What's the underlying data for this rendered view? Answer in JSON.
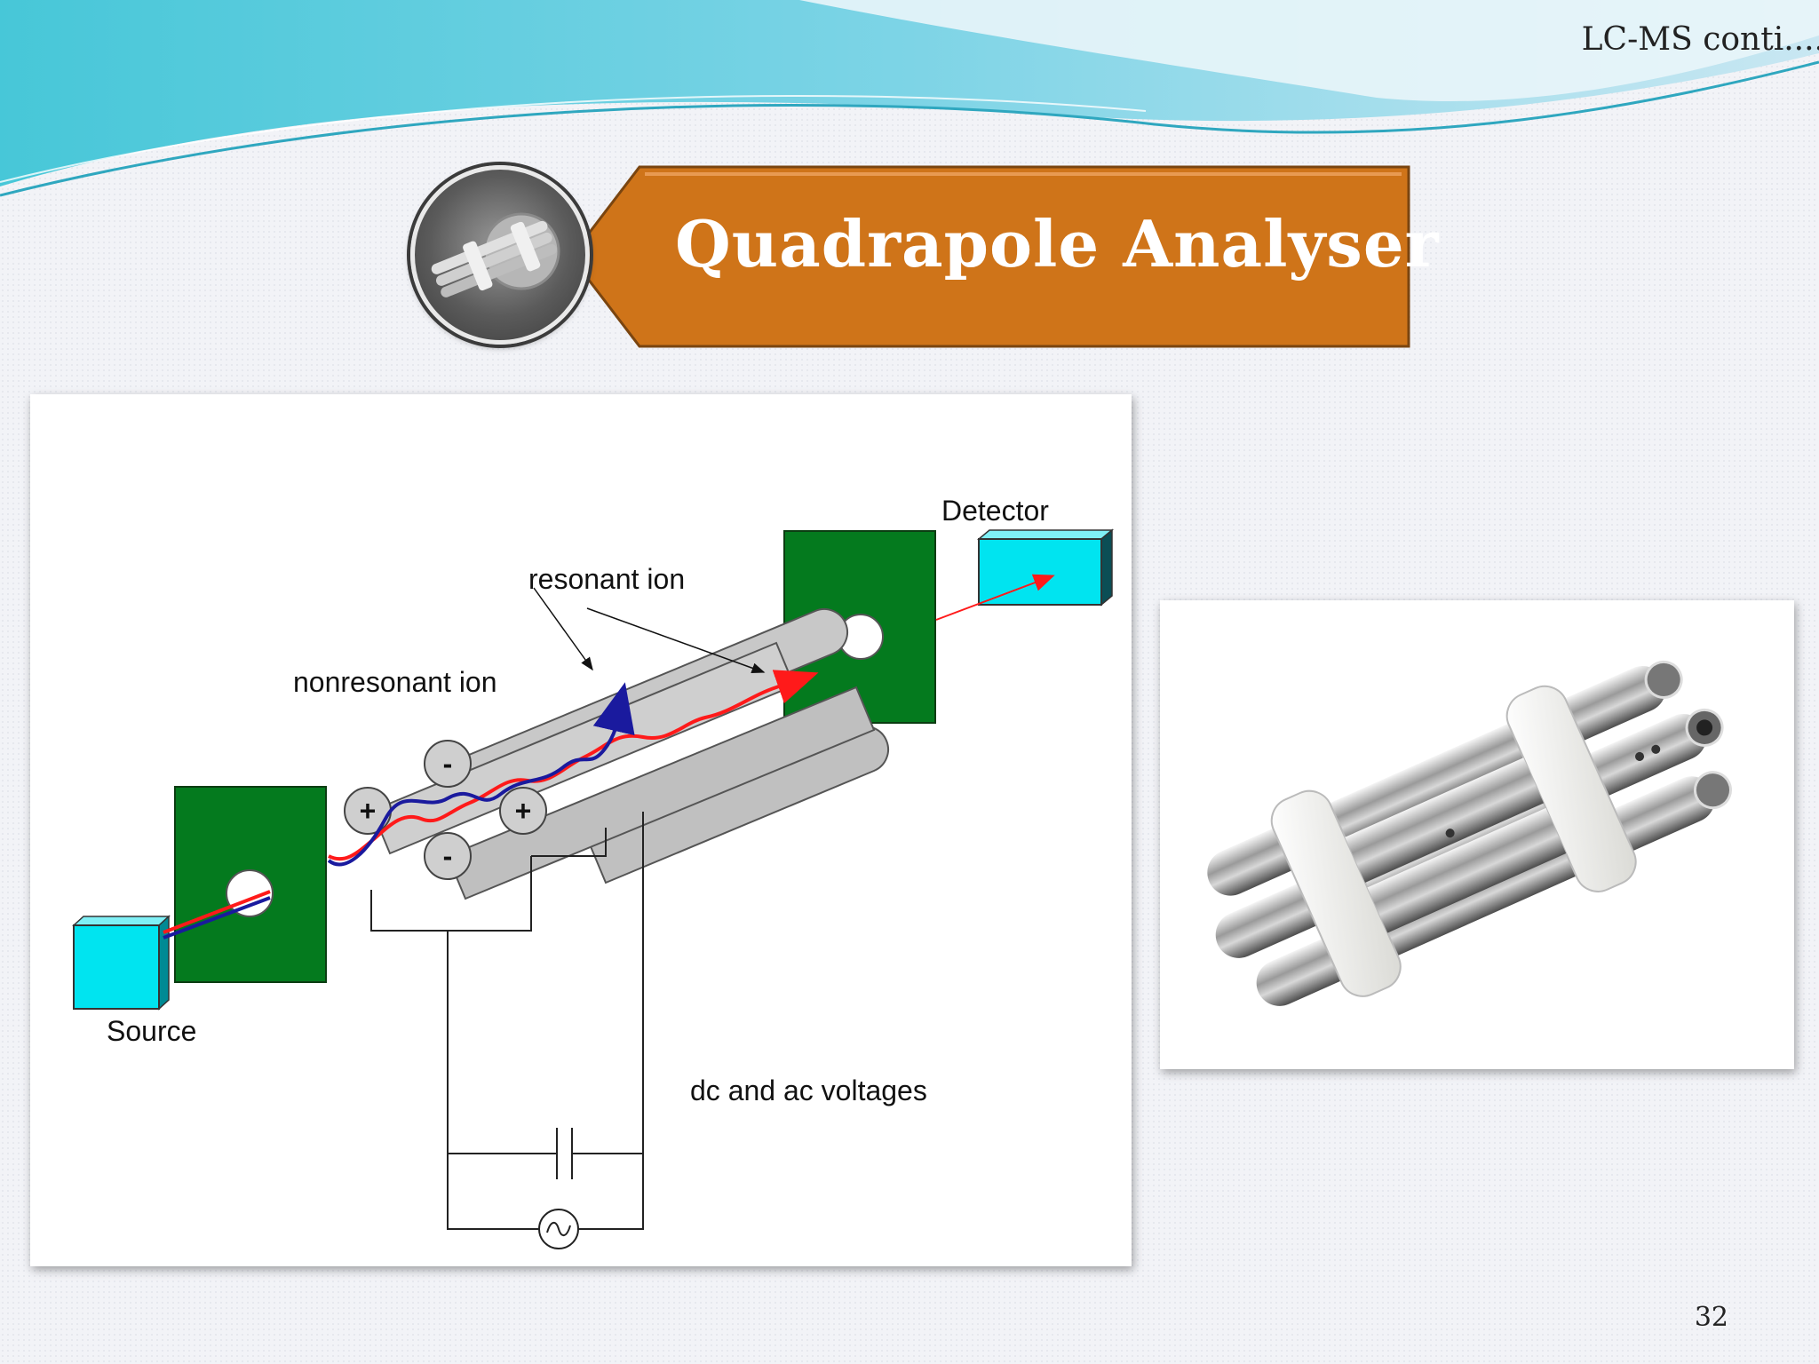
{
  "header": {
    "running_title": "LC-MS conti...."
  },
  "title": {
    "text": "Quadrapole Analyser"
  },
  "diagram": {
    "labels": {
      "detector": "Detector",
      "resonant_ion": "resonant ion",
      "nonresonant_ion": "nonresonant ion",
      "source": "Source",
      "voltages": "dc and ac voltages"
    },
    "rod_polarities": [
      "-",
      "+",
      "+",
      "-"
    ],
    "colors": {
      "plate": "#047a1e",
      "box": "#00e4f0",
      "rod": "#c8c8c8",
      "resonant_path": "#ff1a1a",
      "nonresonant_path": "#1a1a9e"
    }
  },
  "photo": {
    "alt": "quadrupole-rod-assembly"
  },
  "footer": {
    "page_number": "32"
  },
  "theme": {
    "banner": "#cf7419",
    "wave": "#3fc6d6"
  }
}
